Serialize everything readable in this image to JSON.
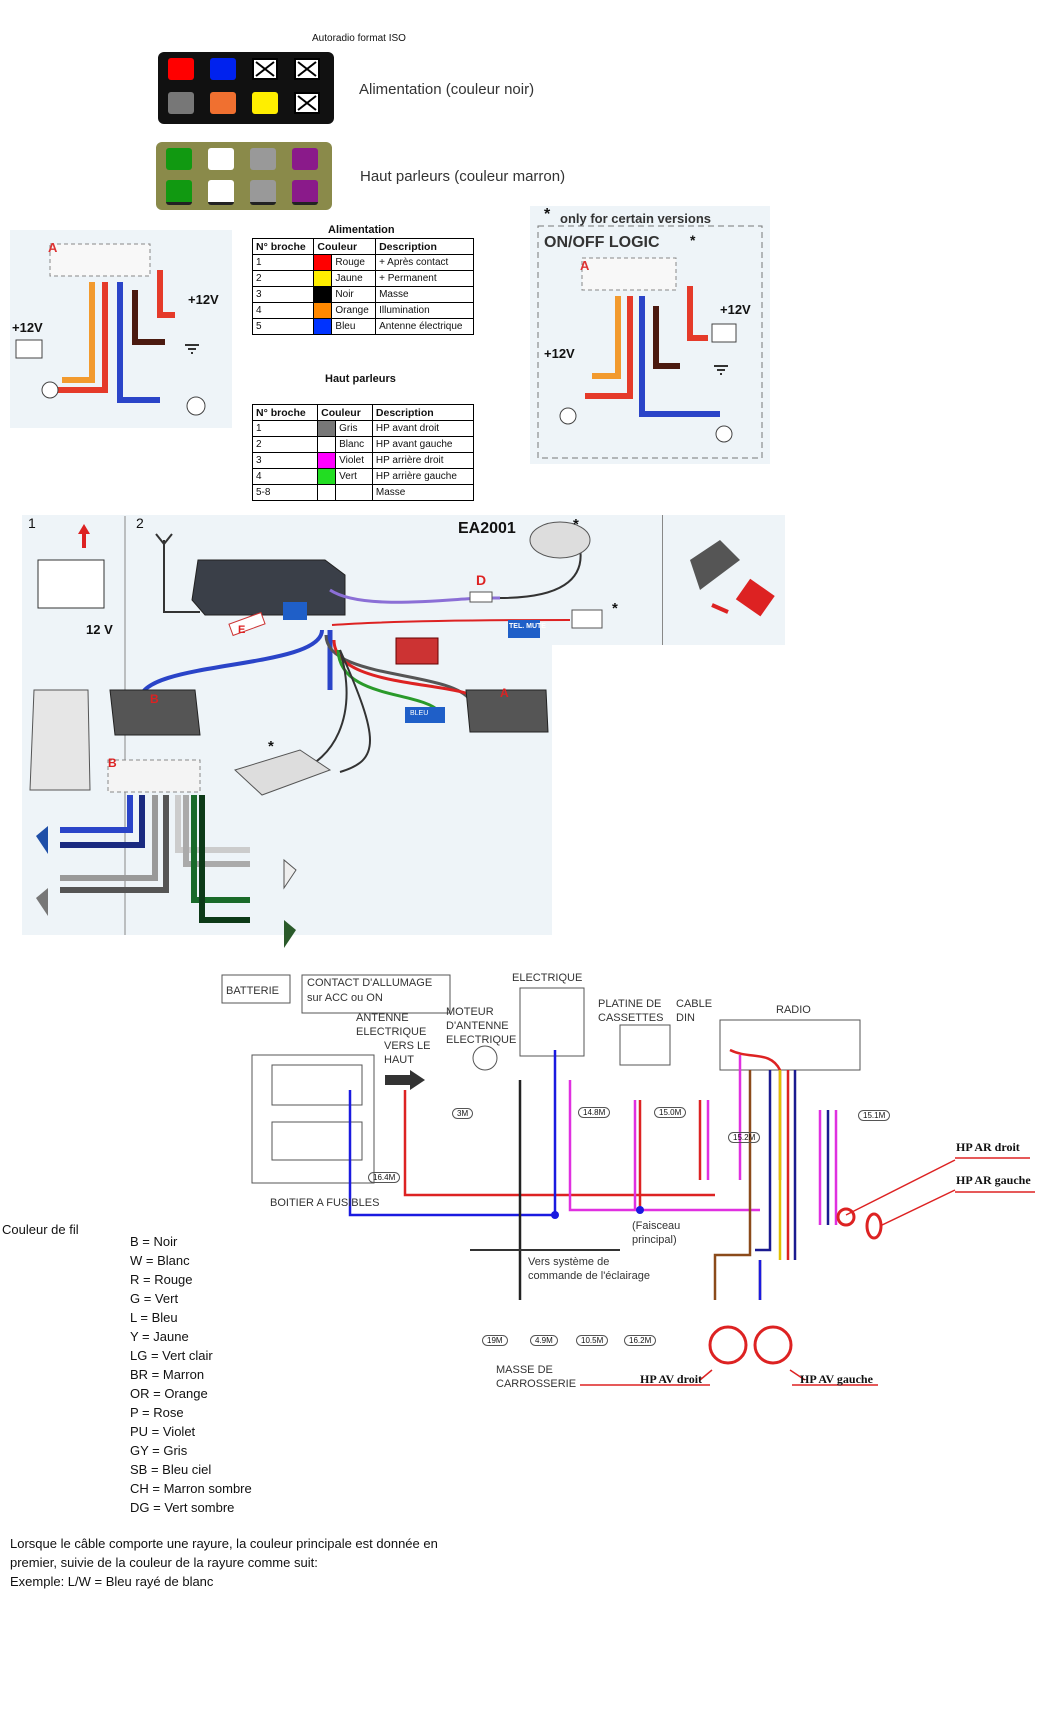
{
  "top": {
    "iso_title": "Autoradio format ISO",
    "power_connector_label": "Alimentation (couleur noir)",
    "speaker_connector_label": "Haut parleurs (couleur marron)",
    "power_pins": [
      "#ff0000",
      "#0022ee",
      "x",
      "x",
      "#777777",
      "#f07030",
      "#ffee00",
      "x"
    ],
    "speaker_pins": [
      "#119911",
      "#ffffff",
      "#999999",
      "#8a1a8a",
      "#119911",
      "#ffffff",
      "#999999",
      "#8a1a8a"
    ]
  },
  "alimentation_table": {
    "title": "Alimentation",
    "headers": [
      "N° broche",
      "Couleur",
      "Description"
    ],
    "rows": [
      {
        "pin": "1",
        "color": "#ff0000",
        "name": "Rouge",
        "desc": "+ Après contact"
      },
      {
        "pin": "2",
        "color": "#ffee00",
        "name": "Jaune",
        "desc": "+ Permanent"
      },
      {
        "pin": "3",
        "color": "#000000",
        "name": "Noir",
        "desc": "Masse"
      },
      {
        "pin": "4",
        "color": "#ff8800",
        "name": "Orange",
        "desc": "Illumination"
      },
      {
        "pin": "5",
        "color": "#0033ff",
        "name": "Bleu",
        "desc": "Antenne électrique"
      }
    ]
  },
  "hp_table": {
    "title": "Haut parleurs",
    "headers": [
      "N° broche",
      "Couleur",
      "Description"
    ],
    "rows": [
      {
        "pin": "1",
        "color": "#777777",
        "name": "Gris",
        "desc": "HP avant droit"
      },
      {
        "pin": "2",
        "color": "#ffffff",
        "name": "Blanc",
        "desc": "HP avant gauche"
      },
      {
        "pin": "3",
        "color": "#ff00ff",
        "name": "Violet",
        "desc": "HP arrière droit"
      },
      {
        "pin": "4",
        "color": "#22dd22",
        "name": "Vert",
        "desc": "HP arrière gauche"
      },
      {
        "pin": "5-8",
        "color": "#ffffff",
        "name": "",
        "desc": "Masse"
      }
    ]
  },
  "left_diagram": {
    "connector_a": "A",
    "v12_top": "+12V",
    "v12_left": "+12V"
  },
  "right_diagram": {
    "note_star": "*",
    "note": "only for certain versions",
    "title": "ON/OFF LOGIC",
    "title_star": "*",
    "connector_a": "A",
    "v12_right": "+12V",
    "v12_left": "+12V"
  },
  "install": {
    "step1": "1",
    "step2": "2",
    "battery_v": "12 V",
    "model": "EA2001",
    "model_star": "*",
    "d_label": "D",
    "e_label": "E",
    "tel_mute": "TEL. MUTE",
    "phone_star": "*",
    "conn_a": "A",
    "conn_b": "B",
    "conn_b2": "B",
    "amp_star": "*",
    "blue_label": "BLEU"
  },
  "schematic": {
    "batterie": "BATTERIE",
    "contact": "CONTACT D'ALLUMAGE",
    "contact2": "sur ACC ou ON",
    "antenne1": "ANTENNE",
    "antenne2": "ELECTRIQUE",
    "antenne3": "VERS LE",
    "antenne4": "HAUT",
    "moteur1": "MOTEUR",
    "moteur2": "D'ANTENNE",
    "moteur3": "ELECTRIQUE",
    "electrique": "ELECTRIQUE",
    "platine1": "PLATINE DE",
    "platine2": "CASSETTES",
    "cable1": "CABLE",
    "cable2": "DIN",
    "radio": "RADIO",
    "boitier": "BOITIER A FUSIBLES",
    "faisceau1": "(Faisceau",
    "faisceau2": "principal)",
    "vers1": "Vers système de",
    "vers2": "commande de l'éclairage",
    "masse1": "MASSE DE",
    "masse2": "CARROSSERIE",
    "refs": [
      "3M",
      "14.8M",
      "15.0M",
      "15.2M",
      "15.1M",
      "16.4M",
      "19M",
      "4.9M",
      "10.5M",
      "16.2M"
    ],
    "hp_ar_droit": "HP AR droit",
    "hp_ar_gauche": "HP AR gauche",
    "hp_av_droit": "HP AV droit",
    "hp_av_gauche": "HP AV gauche"
  },
  "legend": {
    "title": "Couleur de fil",
    "items": [
      "B = Noir",
      "W = Blanc",
      "R = Rouge",
      "G = Vert",
      "L = Bleu",
      "Y = Jaune",
      "LG = Vert clair",
      "BR = Marron",
      "OR = Orange",
      "P = Rose",
      "PU = Violet",
      "GY = Gris",
      "SB = Bleu ciel",
      "CH = Marron sombre",
      "DG = Vert sombre"
    ]
  },
  "footer": {
    "line1": "Lorsque le câble comporte une rayure, la couleur principale est donnée en",
    "line2": "premier, suivie de la couleur de la rayure comme suit:",
    "line3": "Exemple: L/W = Bleu rayé de blanc"
  }
}
